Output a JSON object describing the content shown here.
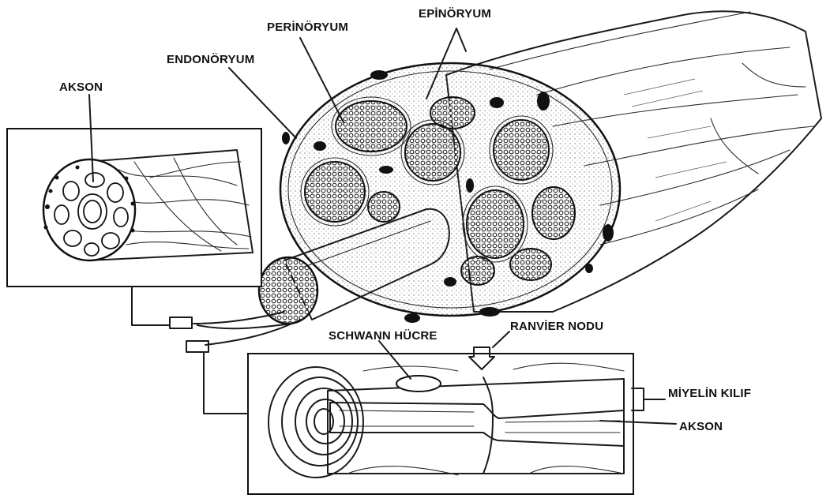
{
  "labels": {
    "epineurium": "EPİNÖRYUM",
    "perineurium": "PERİNÖRYUM",
    "endoneurium": "ENDONÖRYUM",
    "axon_top": "AKSON",
    "schwann_cell": "SCHWANN HÜCRE",
    "node_of_ranvier": "RANVİER NODU",
    "myelin_sheath": "MİYELİN KILIF",
    "axon_bottom": "AKSON"
  },
  "colors": {
    "ink": "#1a1a1a",
    "background": "#ffffff"
  }
}
